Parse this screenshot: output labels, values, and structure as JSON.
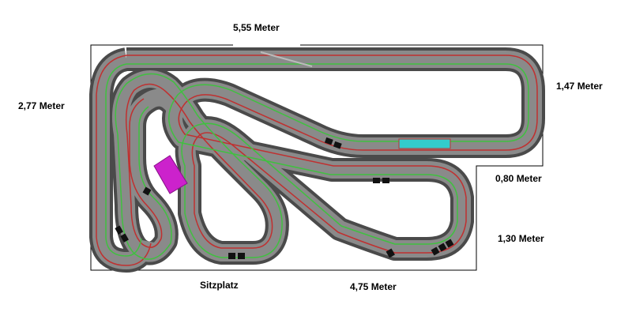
{
  "labels": {
    "top_width": "5,55 Meter",
    "left_height": "2,77 Meter",
    "right_upper_height": "1,47 Meter",
    "step_width": "0,80 Meter",
    "right_lower_height": "1,30 Meter",
    "bottom_width": "4,75 Meter",
    "seat": "Sitzplatz"
  },
  "colors": {
    "room_outline": "#000000",
    "track_border": "#555555",
    "track_surface": "#7a7a7a",
    "lane_outer": "#c03030",
    "lane_inner": "#40c040",
    "bridge": "#cc22cc",
    "pit_lane": "#33cccc",
    "barrier": "#111111"
  }
}
